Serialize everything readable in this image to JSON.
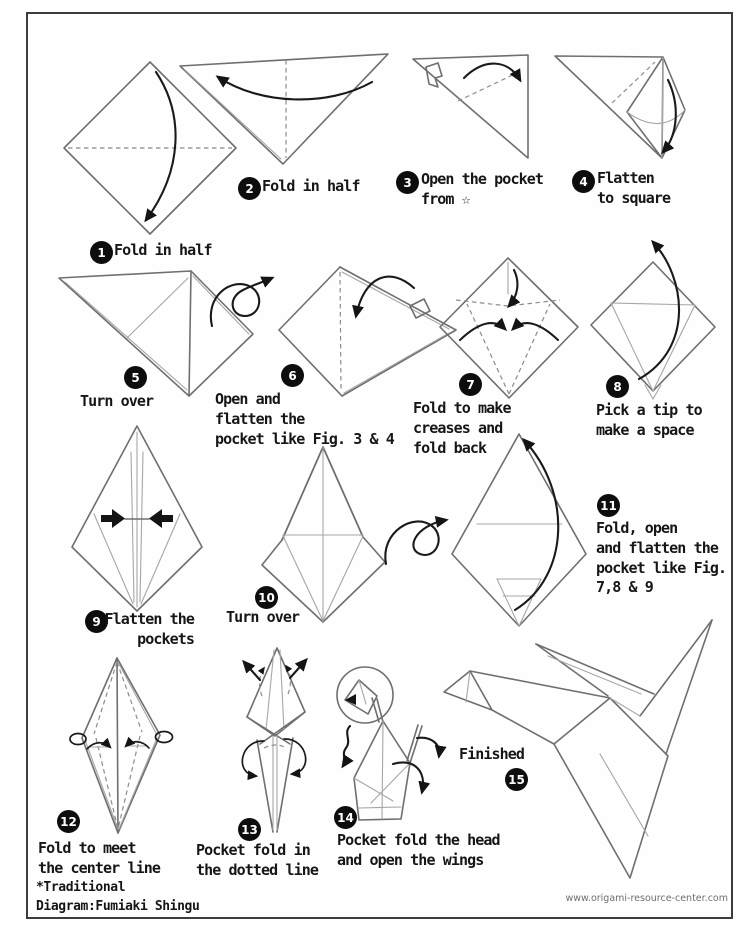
{
  "steps": [
    {
      "num": "1",
      "label": "Fold in half"
    },
    {
      "num": "2",
      "label": "Fold in half"
    },
    {
      "num": "3",
      "label": "Open the pocket\nfrom ☆"
    },
    {
      "num": "4",
      "label": "Flatten\nto square"
    },
    {
      "num": "5",
      "label": "Turn over"
    },
    {
      "num": "6",
      "label": "Open and\nflatten the\npocket like Fig. 3 & 4"
    },
    {
      "num": "7",
      "label": "Fold to make\ncreases and\nfold back"
    },
    {
      "num": "8",
      "label": "Pick a tip to\nmake a space"
    },
    {
      "num": "9",
      "label": "Flatten the\npockets"
    },
    {
      "num": "10",
      "label": "Turn over"
    },
    {
      "num": "11",
      "label": "Fold, open\nand flatten the\npocket like Fig.\n7,8 & 9"
    },
    {
      "num": "12",
      "label": "Fold to meet\nthe center line"
    },
    {
      "num": "13",
      "label": "Pocket fold in\nthe dotted line"
    },
    {
      "num": "14",
      "label": "Pocket fold the head\nand open the wings"
    },
    {
      "num": "15",
      "label": "Finished"
    }
  ],
  "footer": {
    "note": "*Traditional\nDiagram:Fumiaki Shingu",
    "website": "www.origami-resource-center.com"
  }
}
